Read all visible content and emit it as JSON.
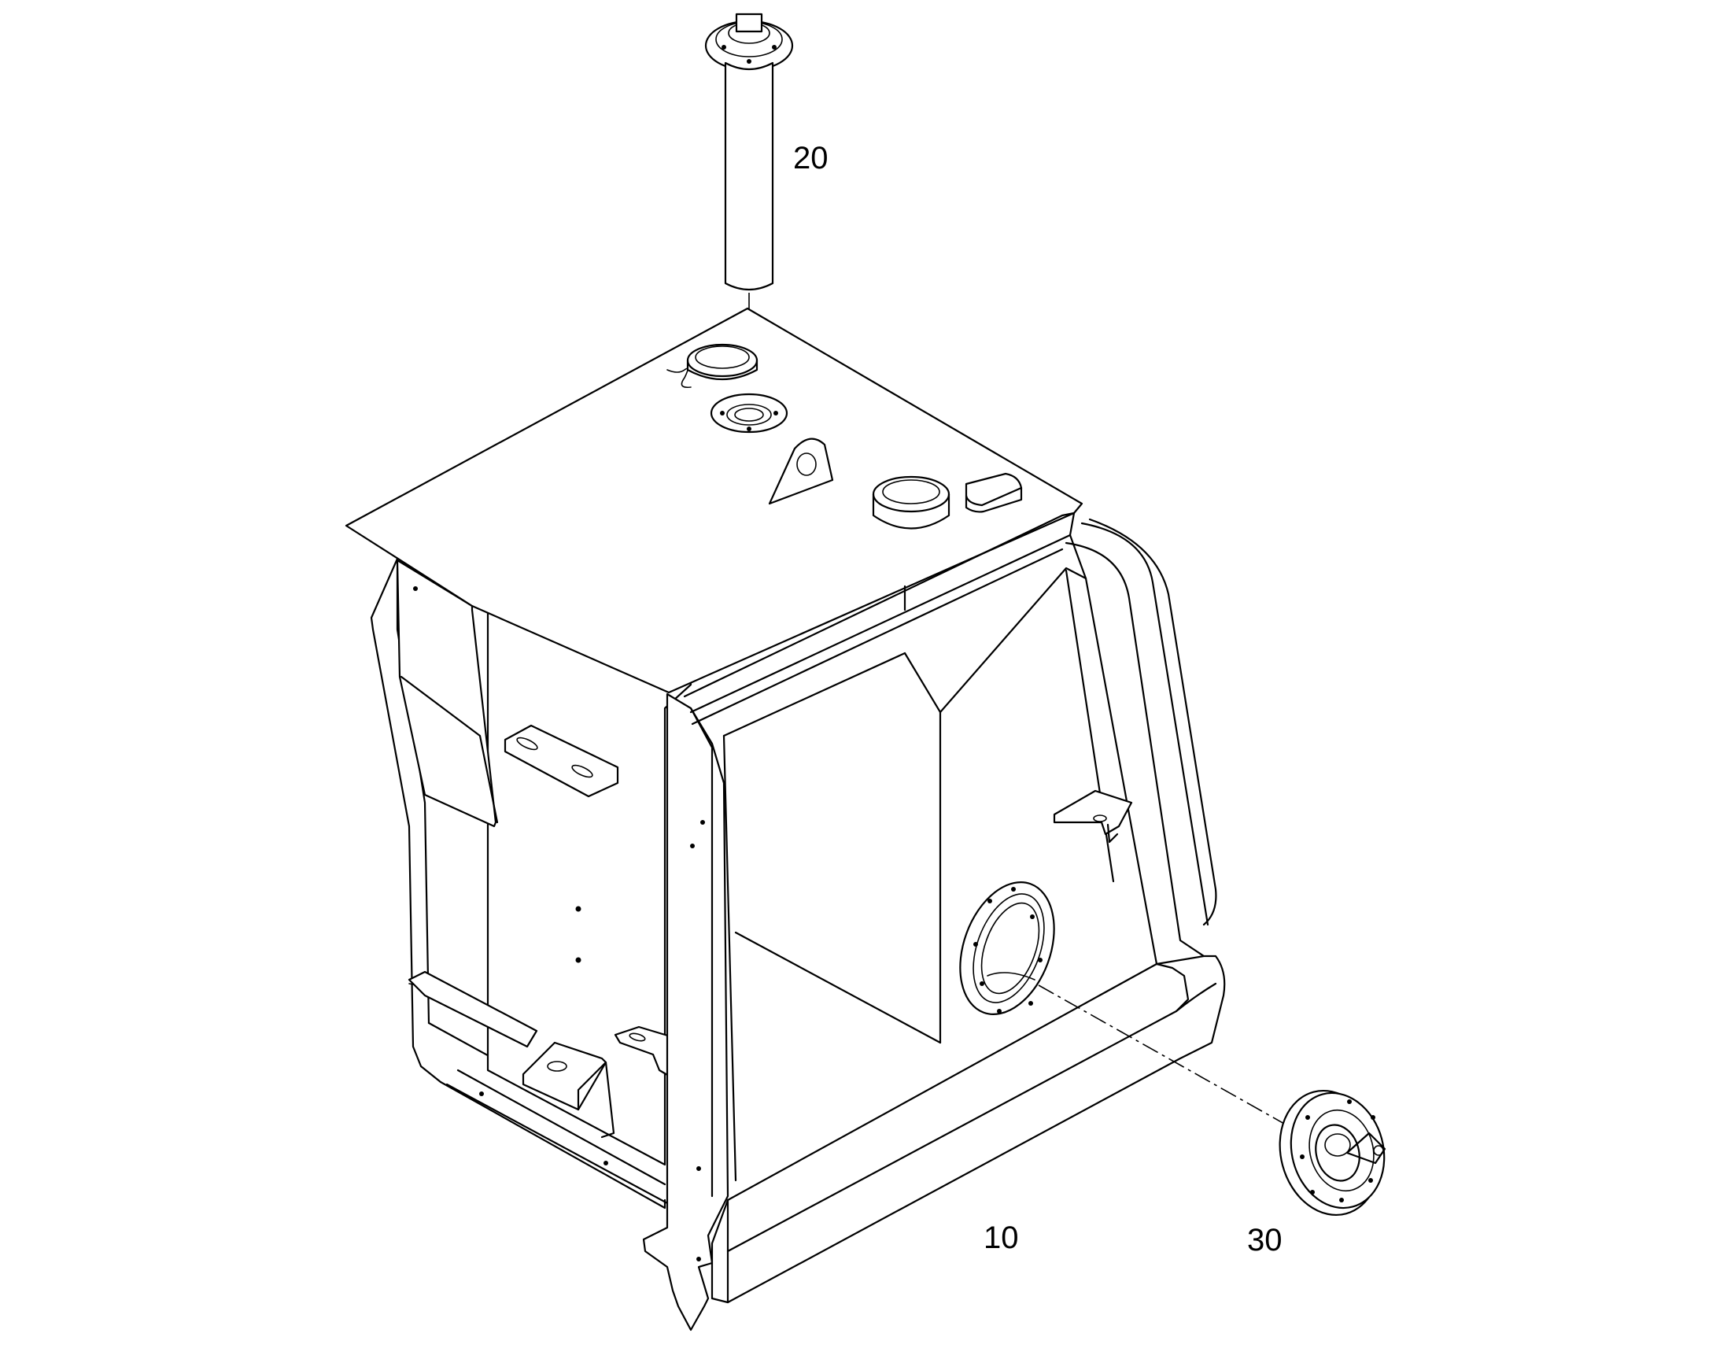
{
  "diagram": {
    "callouts": [
      {
        "id": "tank",
        "label": "10"
      },
      {
        "id": "fuel-sender",
        "label": "20"
      },
      {
        "id": "filler-flange",
        "label": "30"
      }
    ]
  }
}
